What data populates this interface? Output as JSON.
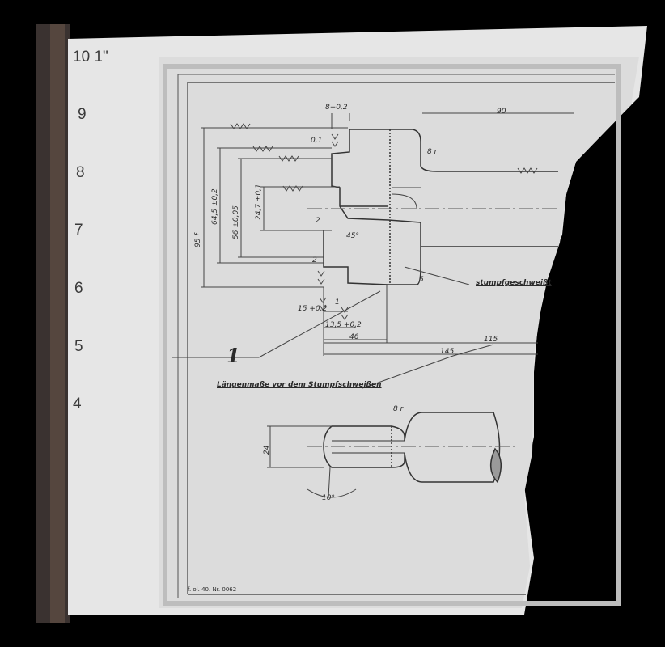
{
  "ruler": {
    "top_mark": "10 1\"",
    "marks": [
      "9",
      "8",
      "7",
      "6",
      "5",
      "4"
    ]
  },
  "drawing": {
    "part_number": "1",
    "note_weld": "stumpfgeschweißt",
    "note_lengths": "Längenmaße vor dem Stumpfschweißen",
    "footer_code": "f. ol. 40. Nr. 0062",
    "dims": {
      "top_width": "8+0,2",
      "top_right": "90",
      "r1": "0,1",
      "d1": "64,5 ±0,2",
      "d2": "24,7 ±0,1",
      "d3": "56 ±0,05",
      "d4": "95 f",
      "c1": "2",
      "c2": "2",
      "c3": "1",
      "angle45": "45°",
      "len15": "15 +0,2",
      "len13": "13,5 +0,2",
      "len46": "46",
      "len145": "145",
      "len115": "115",
      "radius_r": "8 r",
      "r5": "5",
      "radius_r2": "8 r",
      "d24": "24",
      "angle10": "10°"
    }
  }
}
